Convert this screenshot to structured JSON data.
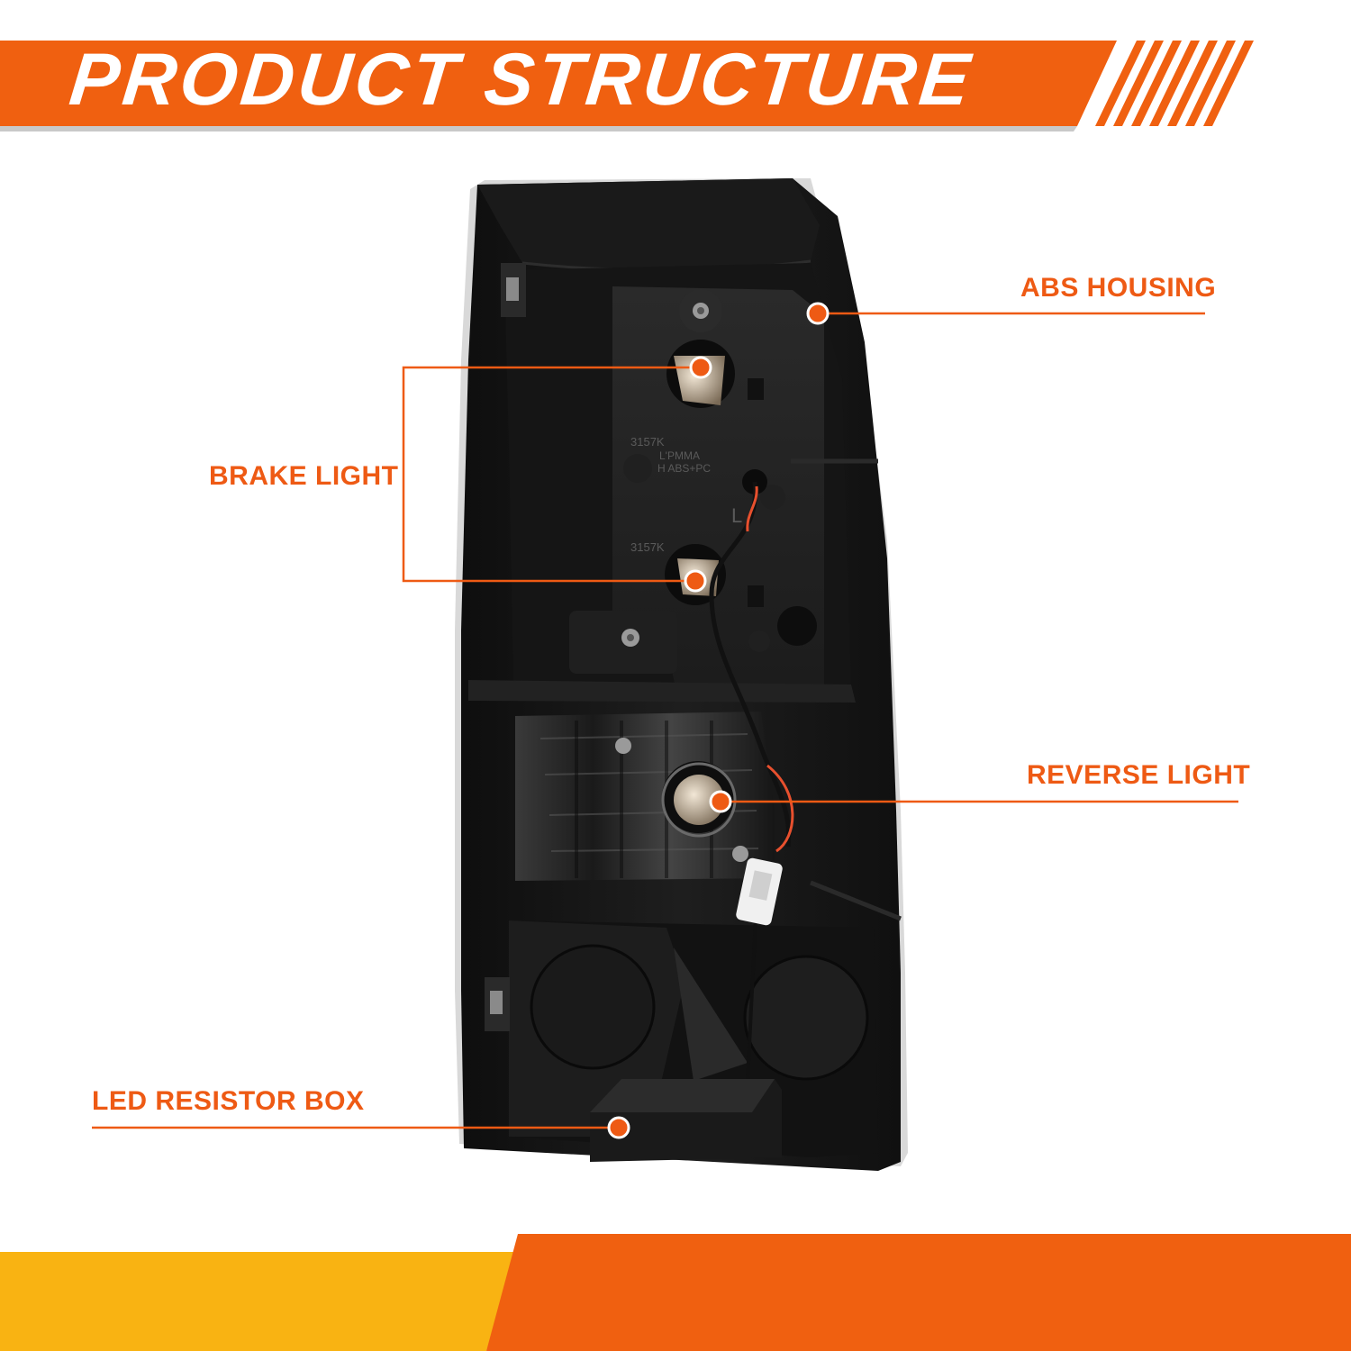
{
  "header": {
    "title": "PRODUCT STRUCTURE"
  },
  "colors": {
    "accent_orange": "#ee5a14",
    "banner_orange": "#f06010",
    "footer_yellow": "#f9b312",
    "housing_black": "#161616"
  },
  "callouts": {
    "abs_housing": "ABS HOUSING",
    "brake_light": "BRAKE LIGHT",
    "reverse_light": "REVERSE LIGHT",
    "led_resistor_box": "LED RESISTOR BOX"
  },
  "markings": {
    "socket_top": "3157K",
    "material_line1": "L'PMMA",
    "material_line2": "H ABS+PC",
    "side": "L",
    "socket_bottom": "3157K"
  }
}
